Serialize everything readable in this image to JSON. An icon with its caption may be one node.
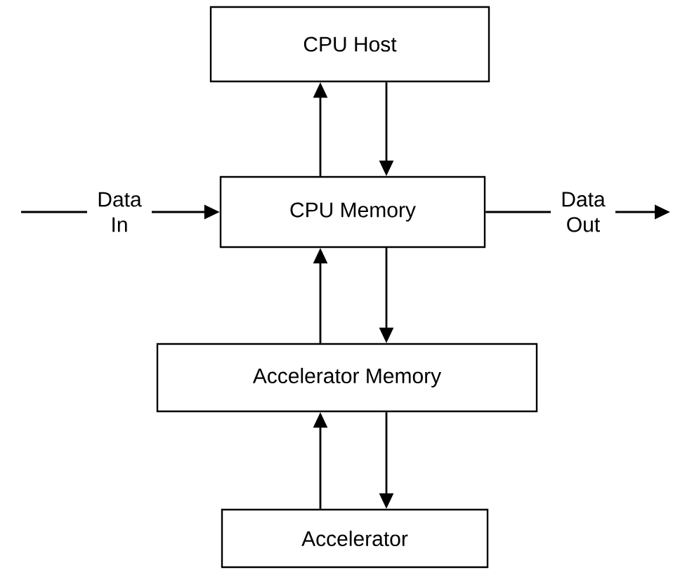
{
  "diagram": {
    "nodes": [
      {
        "text": [
          "CPU Host"
        ]
      },
      {
        "text": [
          "CPU Memory"
        ]
      },
      {
        "text": [
          "Accelerator Memory"
        ]
      },
      {
        "text": [
          "Accelerator"
        ]
      }
    ],
    "edges": [
      {
        "from": 1,
        "to": 0,
        "arrow": "to"
      },
      {
        "from": 0,
        "to": 1,
        "arrow": "to"
      },
      {
        "from": 2,
        "to": 1,
        "arrow": "to"
      },
      {
        "from": 1,
        "to": 2,
        "arrow": "to"
      },
      {
        "from": 3,
        "to": 2,
        "arrow": "to"
      },
      {
        "from": 2,
        "to": 3,
        "arrow": "to"
      },
      {
        "from": null,
        "to": 1,
        "arrow": "to",
        "label": "Data In"
      },
      {
        "from": 1,
        "to": null,
        "arrow": "to",
        "label": "Data Out"
      }
    ]
  }
}
